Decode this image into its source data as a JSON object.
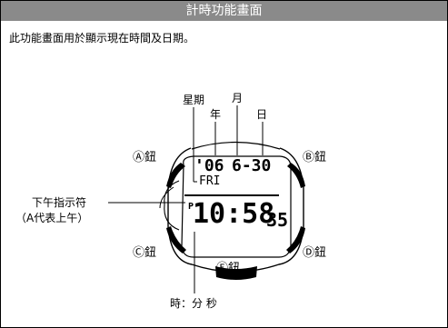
{
  "header": {
    "title": "計時功能畫面"
  },
  "intro": {
    "text": "此功能畫面用於顯示現在時間及日期。"
  },
  "labels": {
    "weekday": "星期",
    "month": "月",
    "year": "年",
    "day": "日",
    "pm_indicator": "下午指示符",
    "pm_note": "（A代表上午）",
    "hms": "時：分 秒"
  },
  "buttons": {
    "a": "Ⓐ鈕",
    "b": "Ⓑ鈕",
    "c": "Ⓒ鈕",
    "d": "Ⓓ鈕",
    "e": "Ⓔ鈕"
  },
  "display": {
    "year": "'06",
    "month_day": "6-30",
    "weekday": "FRI",
    "pm_flag": "P",
    "time": "10:58",
    "seconds": "35"
  }
}
